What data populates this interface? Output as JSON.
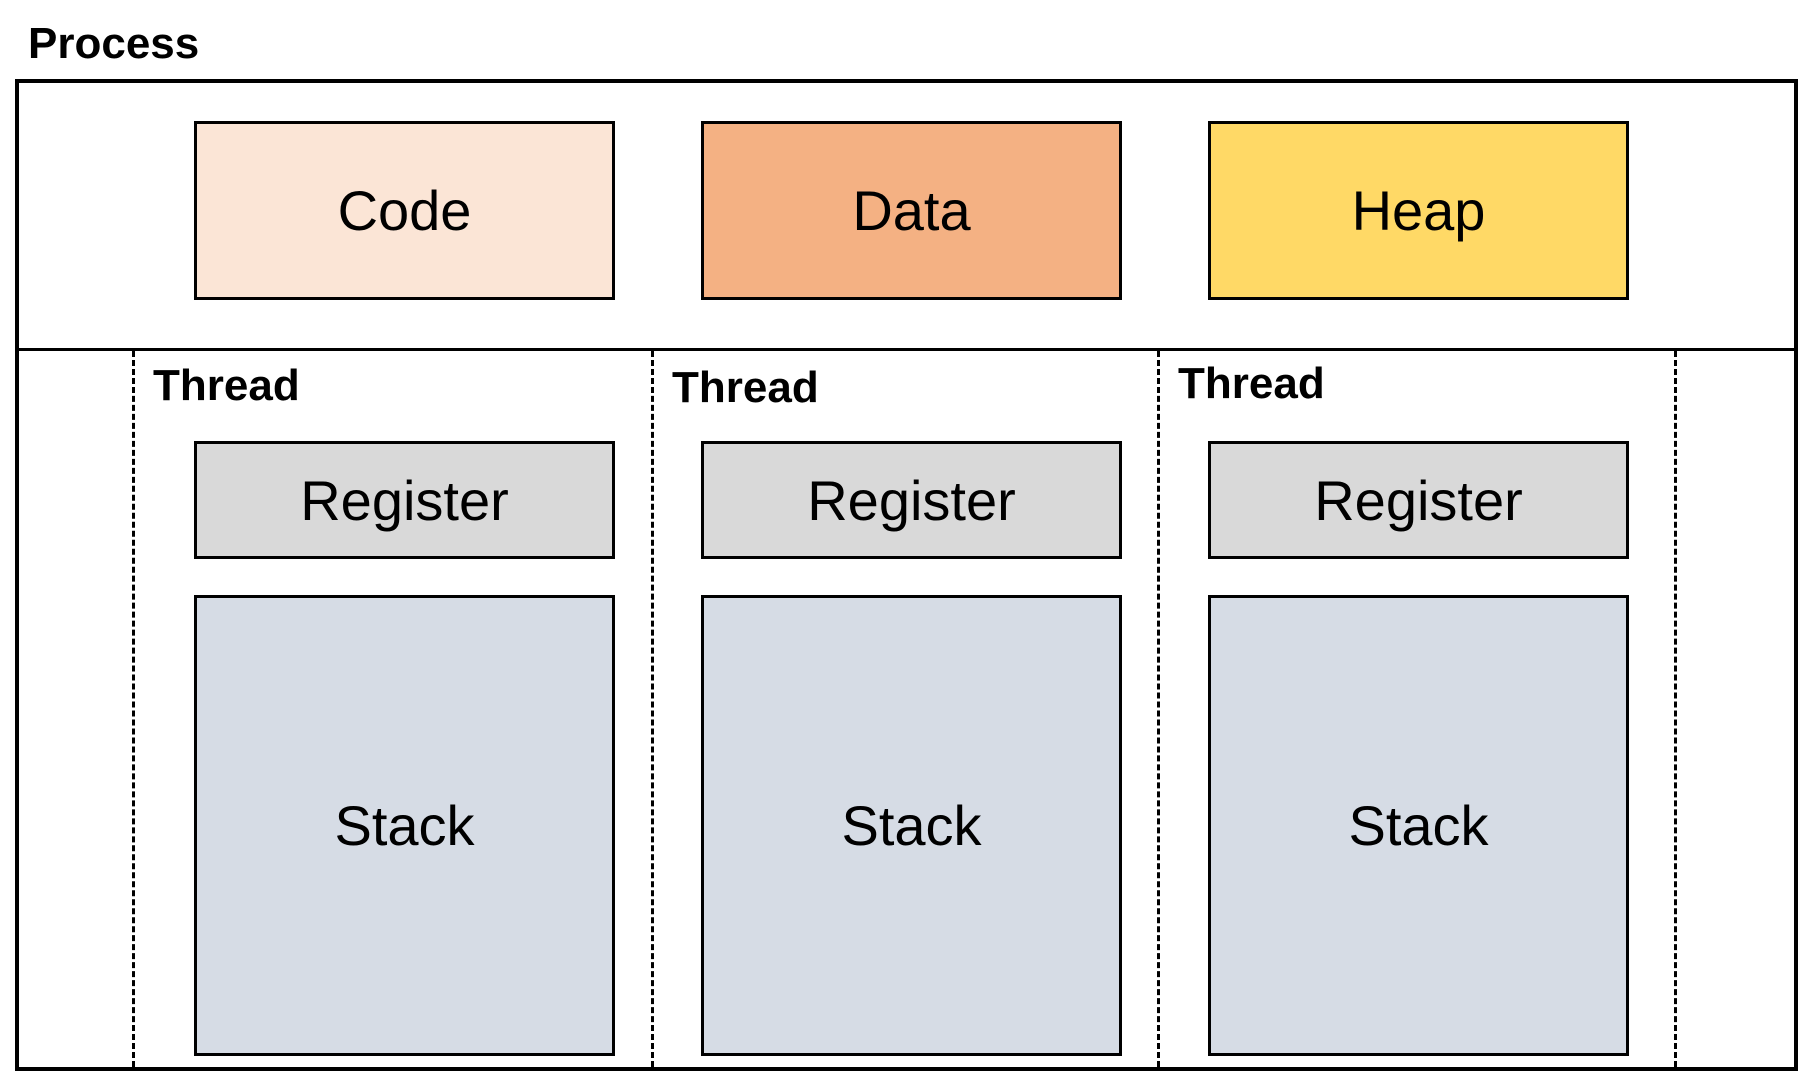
{
  "process": {
    "title": "Process"
  },
  "shared": {
    "code": {
      "label": "Code",
      "color": "#FBE5D6"
    },
    "data": {
      "label": "Data",
      "color": "#F4B183"
    },
    "heap": {
      "label": "Heap",
      "color": "#FFD966"
    }
  },
  "threads": [
    {
      "label": "Thread",
      "register": "Register",
      "stack": "Stack"
    },
    {
      "label": "Thread",
      "register": "Register",
      "stack": "Stack"
    },
    {
      "label": "Thread",
      "register": "Register",
      "stack": "Stack"
    }
  ],
  "colors": {
    "register": "#D9D9D9",
    "stack": "#D6DCE5",
    "border": "#000000"
  }
}
